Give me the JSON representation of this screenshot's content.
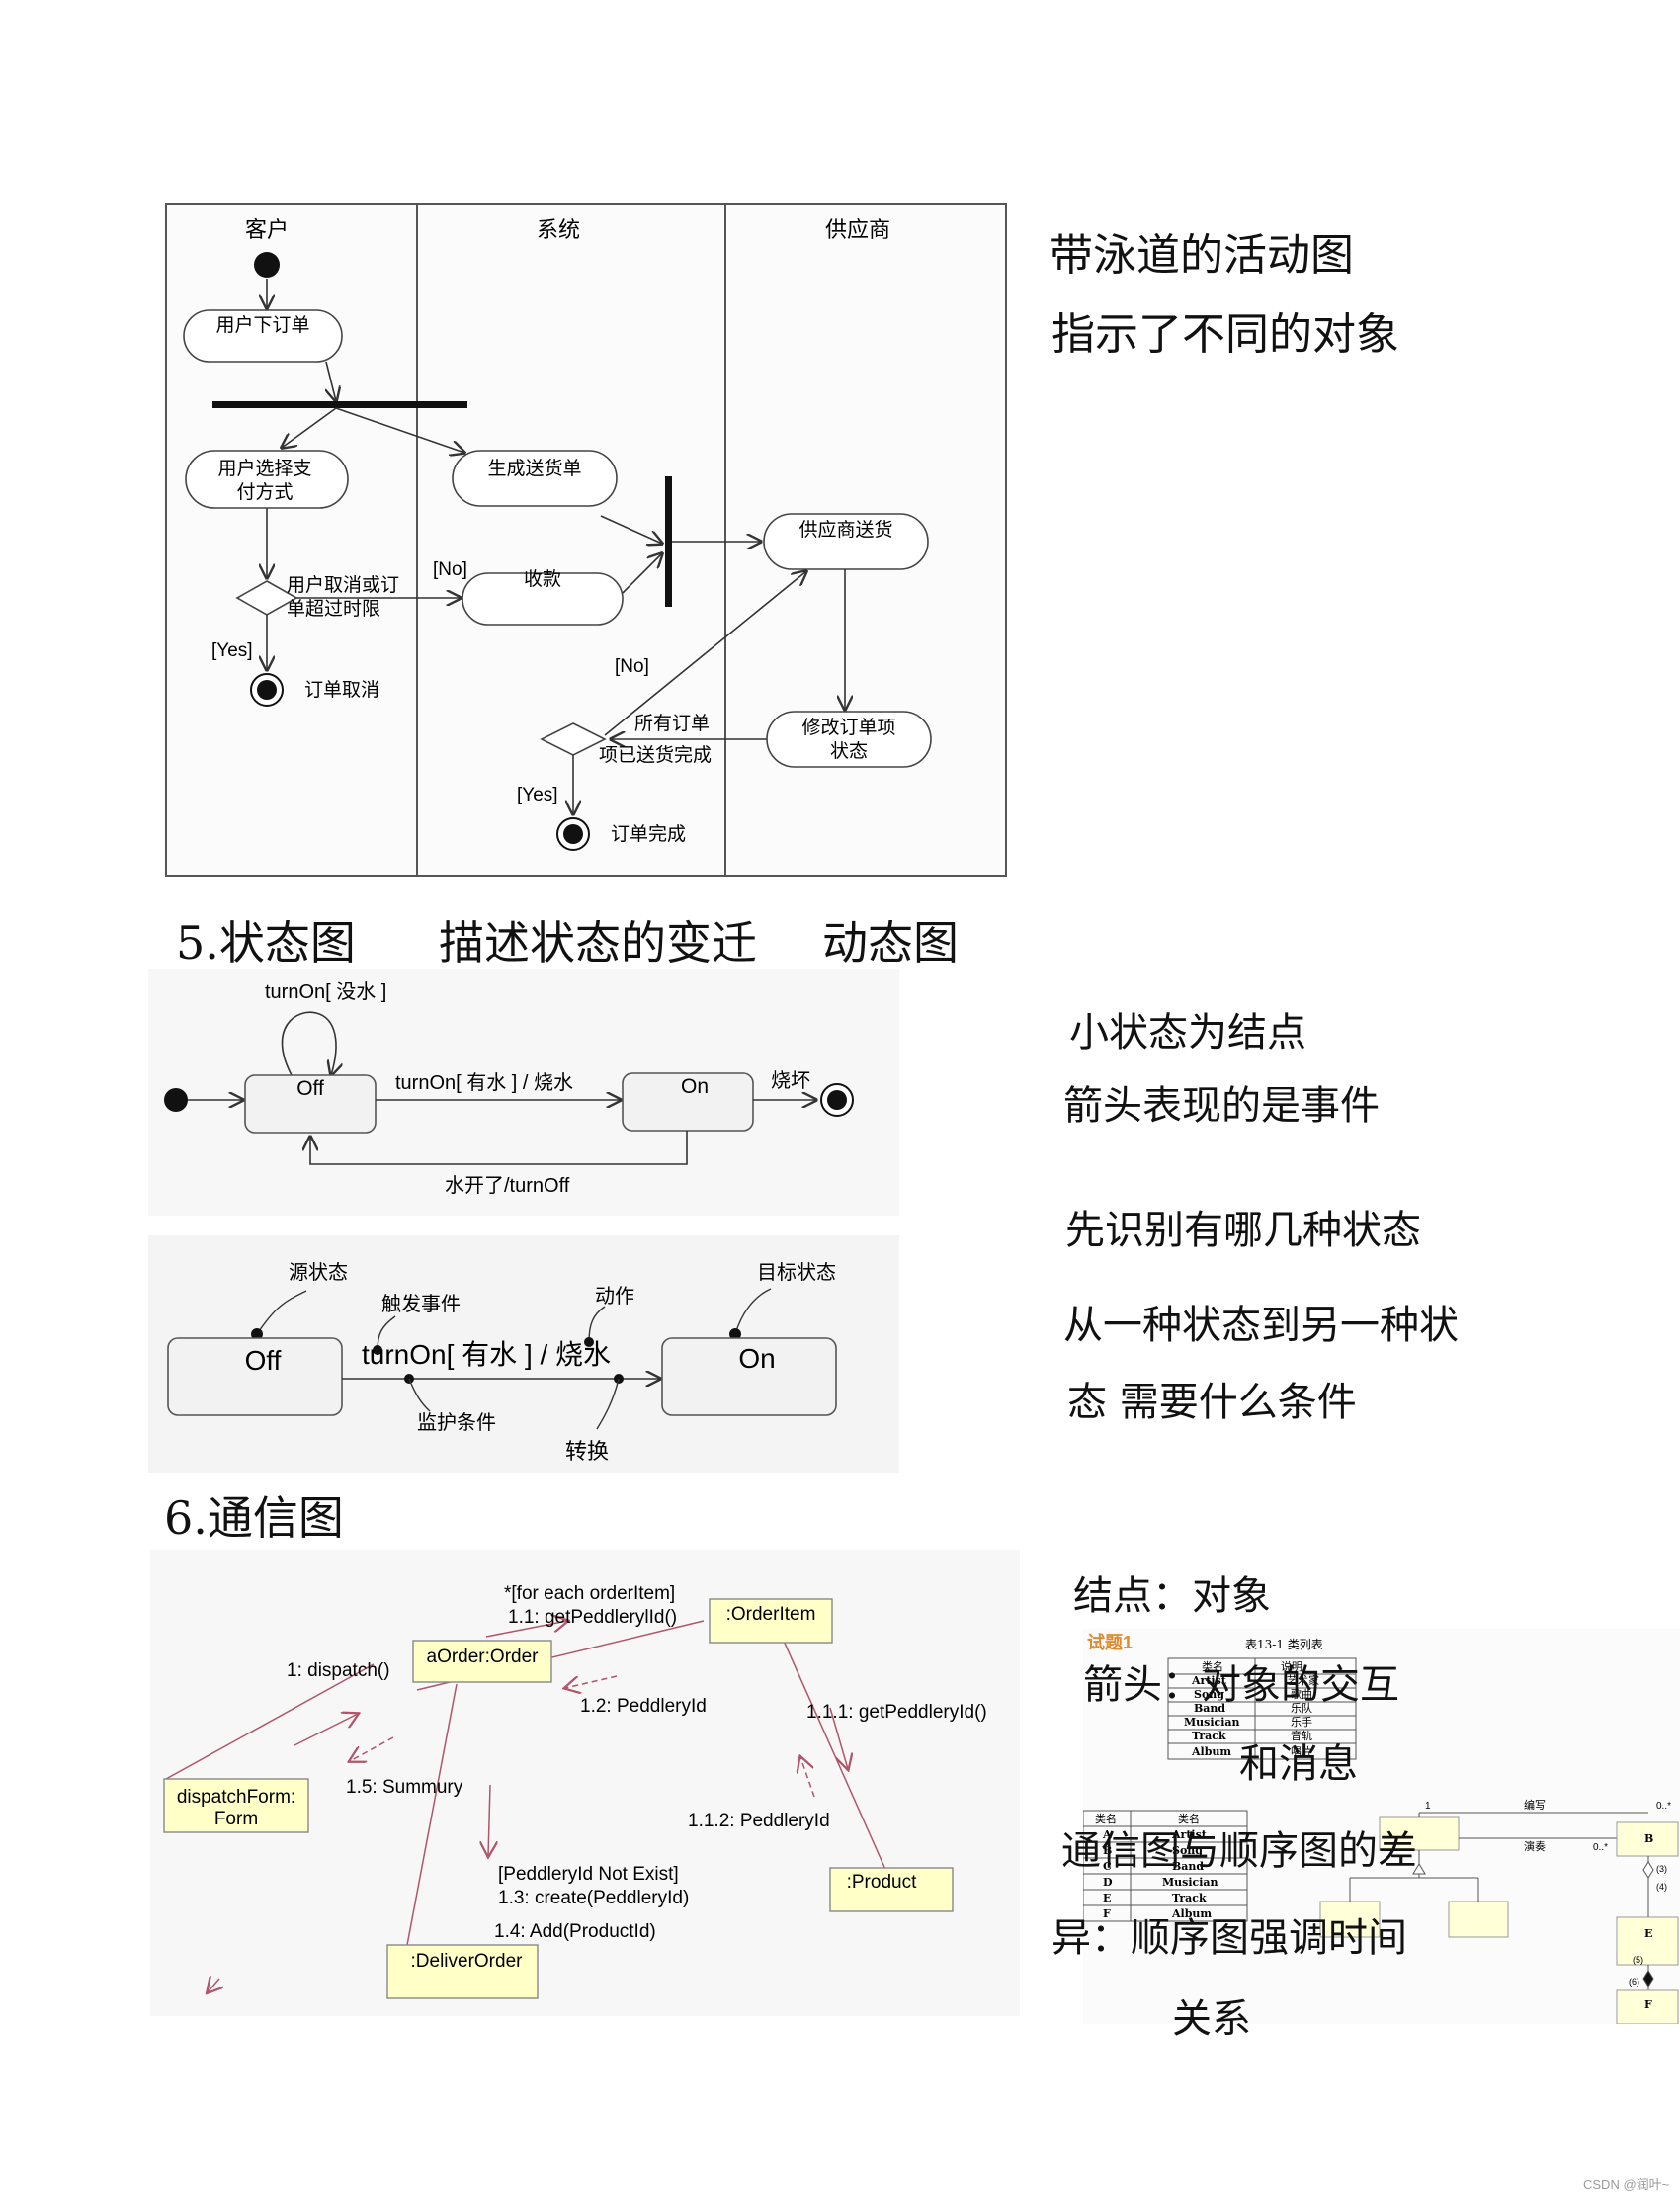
{
  "activity": {
    "lanes": [
      "客户",
      "系统",
      "供应商"
    ],
    "nodes": {
      "place_order": "用户下订单",
      "choose_pay": [
        "用户选择支",
        "付方式"
      ],
      "gen_delivery": "生成送货单",
      "collect": "收款",
      "supplier_ship": "供应商送货",
      "modify_state": [
        "修改订单项",
        "状态"
      ],
      "order_cancel": "订单取消",
      "order_done": "订单完成"
    },
    "guards": {
      "cancel_cond": [
        "用户取消或订",
        "单超过时限"
      ],
      "no1": "[No]",
      "yes1": "[Yes]",
      "no2": "[No]",
      "all_items": [
        "所有订单",
        "项已送货完成"
      ],
      "yes2": "[Yes]"
    }
  },
  "notes_activity": [
    "带泳道的活动图",
    "指示了不同的对象"
  ],
  "section5": {
    "title": "5.状态图",
    "desc": "描述状态的变迁",
    "alias": "动态图"
  },
  "state": {
    "self_loop": "turnOn[ 没水 ]",
    "off": "Off",
    "on": "On",
    "transition": "turnOn[ 有水 ] / 烧水",
    "broken": "烧坏",
    "back": "水开了/turnOff"
  },
  "state_anatomy": {
    "source": "源状态",
    "trigger": "触发事件",
    "action": "动作",
    "target": "目标状态",
    "off": "Off",
    "on": "On",
    "transition": "turnOn[ 有水 ] / 烧水",
    "guard": "监护条件",
    "conv": "转换"
  },
  "notes_state": [
    "小状态为结点",
    "箭头表现的是事件",
    "先识别有哪几种状态",
    "从一种状态到另一种状",
    "态 需要什么条件"
  ],
  "section6": {
    "title": "6.通信图"
  },
  "comm": {
    "order": "aOrder:Order",
    "order_item": ":OrderItem",
    "dispatch_form": [
      "dispatchForm:",
      "Form"
    ],
    "product": ":Product",
    "deliver": ":DeliverOrder",
    "m_foreach": "*[for each orderItem]",
    "m_11": "1.1: getPeddlerylId()",
    "m_12": "1.2: PeddleryId",
    "m_1": "1: dispatch()",
    "m_15": "1.5: Summury",
    "m_111": "1.1.1: getPeddleryId()",
    "m_112": "1.1.2: PeddleryId",
    "m_13a": "[PeddleryId Not Exist]",
    "m_13b": "1.3: create(PeddleryId)",
    "m_14": "1.4: Add(ProductId)"
  },
  "notes_comm": [
    "结点：对象",
    "箭头：对象的交互",
    "和消息",
    "通信图与顺序图的差",
    "异：顺序图强调时间",
    "关系"
  ],
  "embedded": {
    "trial": "试题1",
    "table_title": "表13-1 类列表",
    "rows1": [
      "类名",
      "Artist",
      "Song",
      "Band",
      "Musician",
      "Track",
      "Album"
    ],
    "rows1_desc": [
      "说明",
      "艺术家",
      "歌曲",
      "乐队",
      "乐手",
      "音轨",
      "唱片"
    ],
    "rows2": [
      "类名",
      "A",
      "B",
      "C",
      "D",
      "E",
      "F"
    ],
    "rows2_b": [
      "类名",
      "Artist",
      "Song",
      "Band",
      "Musician",
      "Track",
      "Album"
    ],
    "label_edit": "编写",
    "label_play": "演奏",
    "mult_0s": "0..*",
    "mult_1": "1",
    "cls_b": "B",
    "cls_e": "E",
    "cls_f": "F",
    "n3": "(3)",
    "n4": "(4)",
    "n5": "(5)",
    "n6": "(6)"
  },
  "watermark": "CSDN @润叶~"
}
